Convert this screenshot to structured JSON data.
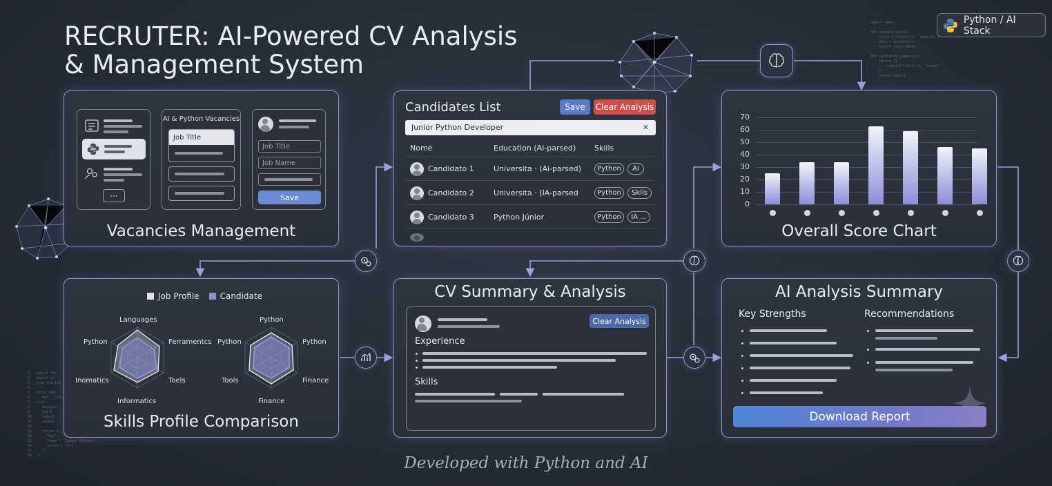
{
  "title_line1": "RECRUTER: AI-Powered CV Analysis",
  "title_line2": "& Management System",
  "badge": "Python / AI Stack",
  "footer": "Developed with Python and AI",
  "colors": {
    "accent": "#8b93c9",
    "save": "#5b7bc9",
    "danger": "#c9504b",
    "bar": "#b4b6e6"
  },
  "vacancies": {
    "title": "Vacancies Management",
    "list_header": "AI & Python Vacancies",
    "job_title_item": "Job Title",
    "field_job_title": "Job Title",
    "field_job_name": "Job Name",
    "save": "Save",
    "more": "···"
  },
  "candidates": {
    "title": "Candidates List",
    "save": "Save",
    "clear": "Clear Analysis",
    "search_value": "Junior Python Developer",
    "clear_icon": "✕",
    "columns": [
      "Nome",
      "Education (AI-parsed)",
      "Skills"
    ],
    "rows": [
      {
        "name": "Candidato 1",
        "education": "Universita · (Ai-parsed)",
        "skills": [
          "Python",
          "AI"
        ]
      },
      {
        "name": "Candidato 2",
        "education": "Universita · (IA-parsed",
        "skills": [
          "Python",
          "Sklls"
        ]
      },
      {
        "name": "Candidato 3",
        "education": "Python Júnior",
        "skills": [
          "Python",
          "IA ..."
        ]
      }
    ]
  },
  "score_chart": {
    "title": "Overall Score Chart"
  },
  "chart_data": {
    "type": "bar",
    "title": "Overall Score Chart",
    "categories": [
      "",
      "",
      "",
      "",
      "",
      "",
      ""
    ],
    "values": [
      25,
      34,
      34,
      63,
      59,
      46,
      45
    ],
    "ylim": [
      0,
      70
    ],
    "yticks": [
      0,
      10,
      20,
      30,
      40,
      50,
      60,
      70
    ],
    "grid": true
  },
  "skills": {
    "title": "Skills Profile Comparison",
    "legend_job": "Job Profile",
    "legend_candidate": "Candidate",
    "radar1": {
      "top": "Languages",
      "left": "Python",
      "right": "Ferramentcs",
      "bottom_left": "Inomatics",
      "bottom_right": "Toels",
      "bottom": "Informatics"
    },
    "radar2": {
      "top": "Python",
      "left": "Python",
      "right": "Python",
      "bottom_left": "Tools",
      "bottom_right": "Finance",
      "bottom": "Finance"
    }
  },
  "cv_summary": {
    "title": "CV Summary & Analysis",
    "clear": "Clear Analysis",
    "experience": "Experience",
    "skills": "Skills"
  },
  "ai_summary": {
    "title": "AI Analysis Summary",
    "strengths": "Key Strengths",
    "recommendations": "Recommendations",
    "download": "Download Report"
  }
}
